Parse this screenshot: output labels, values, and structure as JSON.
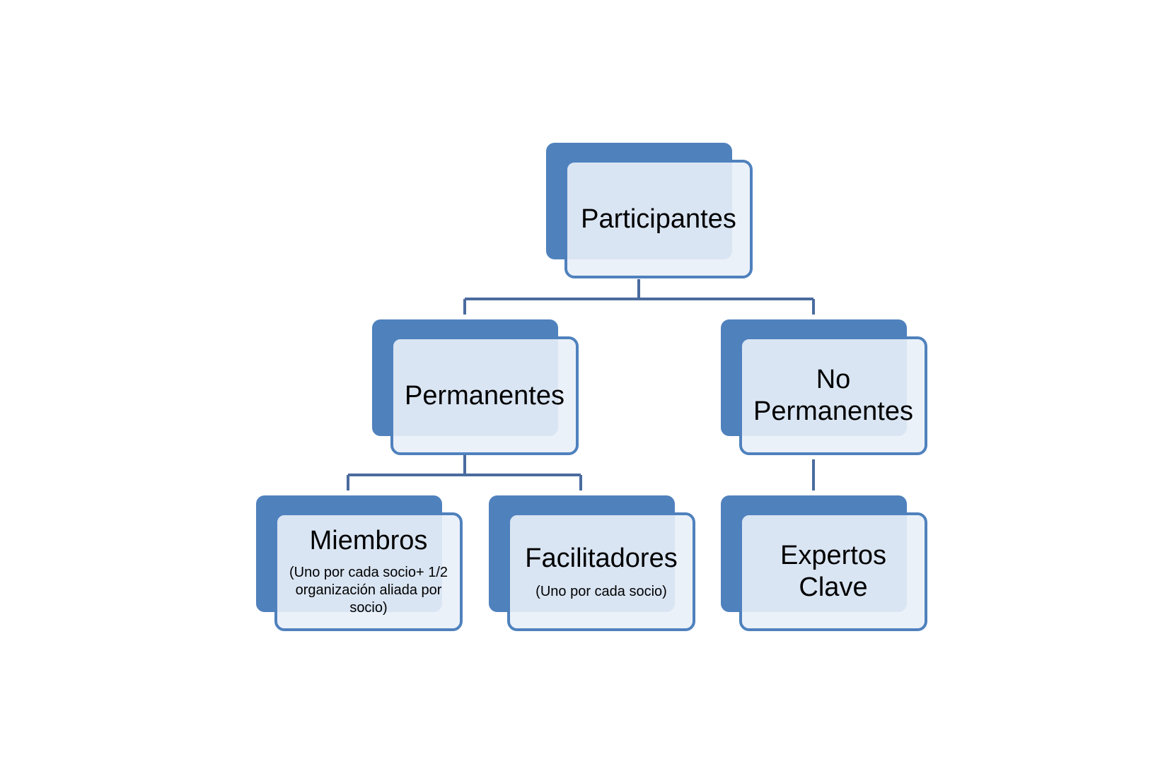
{
  "diagram": {
    "root": {
      "title": "Participantes"
    },
    "permanentes": {
      "title": "Permanentes"
    },
    "no_permanentes": {
      "title": "No\nPermanentes"
    },
    "miembros": {
      "title": "Miembros",
      "subtitle": "(Uno por cada socio+ 1/2 organización aliada por socio)"
    },
    "facilitadores": {
      "title": "Facilitadores",
      "subtitle": "(Uno por cada socio)"
    },
    "expertos": {
      "title": "Expertos\nClave"
    }
  },
  "colors": {
    "accent": "#4f81bd",
    "connector": "#4a6b9e",
    "box_fill": "#e9f0f8"
  }
}
